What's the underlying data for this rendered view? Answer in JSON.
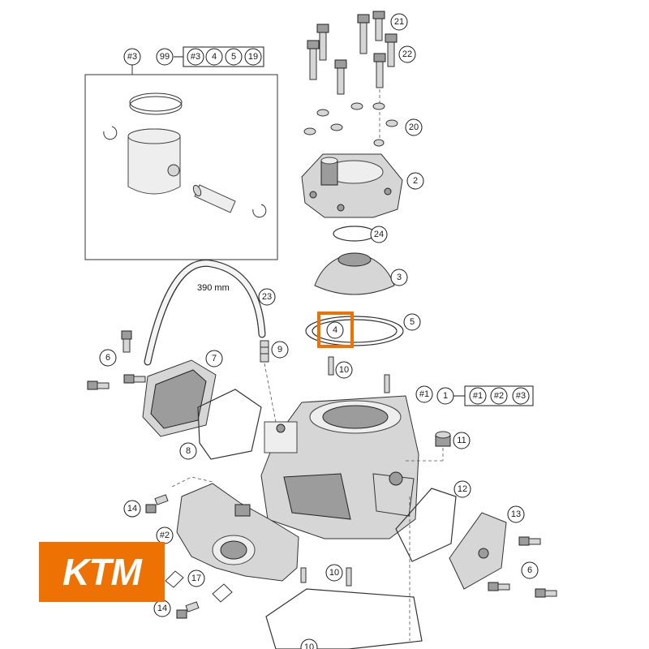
{
  "hose_length_label": "390 mm",
  "brand_logo_text": "KTM",
  "highlight_color": "#ee7203",
  "callouts": {
    "c21": "21",
    "c22": "22",
    "c20": "20",
    "c2": "2",
    "c24": "24",
    "c3": "3",
    "c23": "23",
    "c5": "5",
    "c4": "4",
    "c9": "9",
    "c6a": "6",
    "c7": "7",
    "c10a": "10",
    "c1": "1",
    "cref1": "#1",
    "c8": "8",
    "c11": "11",
    "c12": "12",
    "c13": "13",
    "c14a": "14",
    "cref2": "#2",
    "c17": "17",
    "c6b": "6",
    "c10b": "10",
    "c14b": "14",
    "c19bottom": "10",
    "c_piston_ref": "#3"
  },
  "kit_groups": {
    "piston_kit": {
      "id": "99",
      "contents": [
        "#3",
        "4",
        "5",
        "19"
      ]
    },
    "cylinder_kit": {
      "id": "1",
      "contents": [
        "#1",
        "#2",
        "#3"
      ]
    }
  }
}
